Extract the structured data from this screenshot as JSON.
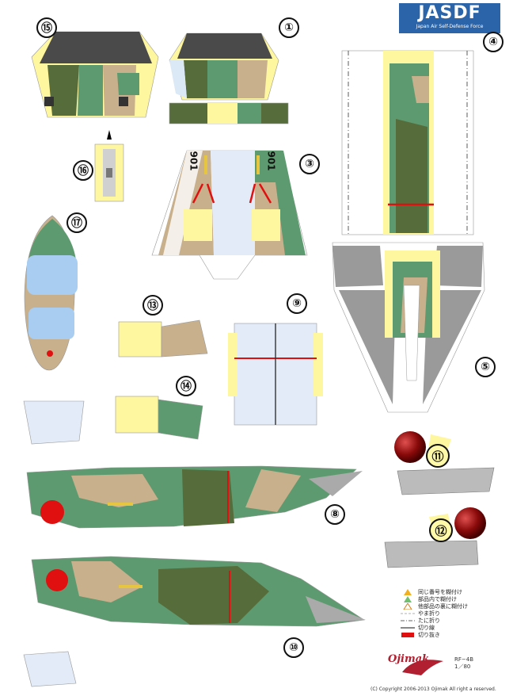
{
  "logo": {
    "title": "JASDF",
    "subtitle": "Japan Air Self-Defense Force"
  },
  "parts": {
    "p1": "①",
    "p3": "③",
    "p4": "④",
    "p5": "⑤",
    "p8": "⑧",
    "p9": "⑨",
    "p10": "⑩",
    "p11": "⑪",
    "p12": "⑫",
    "p13": "⑬",
    "p14": "⑭",
    "p15": "⑮",
    "p16": "⑯",
    "p17": "⑰"
  },
  "markings": {
    "tail_number": "901"
  },
  "legend": [
    {
      "label": "同じ番号を糊付け"
    },
    {
      "label": "部品内で糊付け"
    },
    {
      "label": "他部品の裏に糊付け"
    },
    {
      "label": "やま折り"
    },
    {
      "label": "たに折り"
    },
    {
      "label": "切り線"
    },
    {
      "label": "切り抜き"
    }
  ],
  "brand": "Ojimak",
  "model": {
    "name": "RF−4B",
    "scale": "1／80"
  },
  "copyright": "(C) Copyright 2006-2013 Ojimak All right a reserved.",
  "colors": {
    "green": "#5e9a6f",
    "dark_green": "#566c3a",
    "tan": "#c8b08c",
    "yellow": "#fff6a0",
    "canopy": "#a8cdf0",
    "hinomaru": "#e01010",
    "gray": "#9a9a9a"
  }
}
